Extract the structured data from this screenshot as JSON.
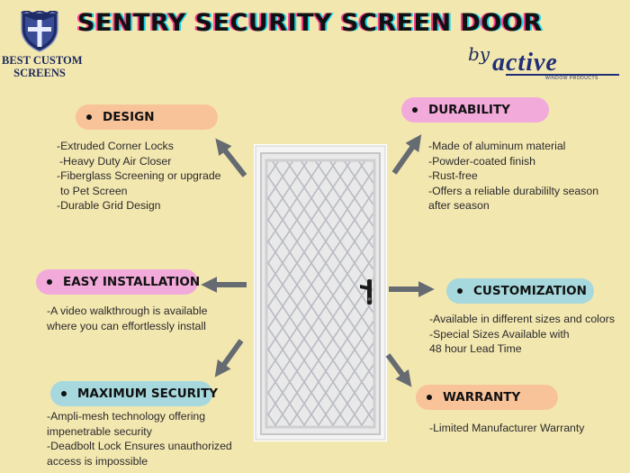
{
  "header": {
    "title": "SENTRY SECURITY SCREEN DOOR",
    "left_logo": {
      "line1": "BEST CUSTOM",
      "line2": "SCREENS"
    },
    "right_logo": {
      "by": "by",
      "brand": "active",
      "tagline": "WINDOW PRODUCTS"
    }
  },
  "sections": {
    "design": {
      "label": "DESIGN",
      "lines": [
        "-Extruded Corner Locks",
        "-Heavy Duty Air Closer",
        "-Fiberglass Screening or upgrade",
        "to Pet Screen",
        "-Durable Grid Design"
      ]
    },
    "durability": {
      "label": "DURABILITY",
      "lines": [
        "-Made of aluminum material",
        "-Powder-coated finish",
        "-Rust-free",
        "-Offers a reliable durabililty season",
        "after season"
      ]
    },
    "easy_installation": {
      "label": "EASY INSTALLATION",
      "lines": [
        "-A video  walkthrough is available",
        "where you can effortlessly install"
      ]
    },
    "customization": {
      "label": "CUSTOMIZATION",
      "lines": [
        "-Available in different sizes and colors",
        "-Special Sizes Available with",
        "48 hour Lead Time"
      ]
    },
    "maximum_security": {
      "label": "MAXIMUM SECURITY",
      "lines": [
        "-Ampli-mesh technology offering",
        "impenetrable security",
        "-Deadbolt Lock Ensures unauthorized",
        "access is impossible"
      ]
    },
    "warranty": {
      "label": "WARRANTY",
      "lines": [
        "-Limited Manufacturer Warranty"
      ]
    }
  },
  "colors": {
    "background": "#f3e7b0",
    "pill_peach": "#f9c39a",
    "pill_pink": "#f2aadb",
    "pill_teal": "#a6d8dd",
    "arrow": "#666b72"
  },
  "icons": [
    "shield-logo-icon",
    "door-image",
    "arrow-icon"
  ]
}
